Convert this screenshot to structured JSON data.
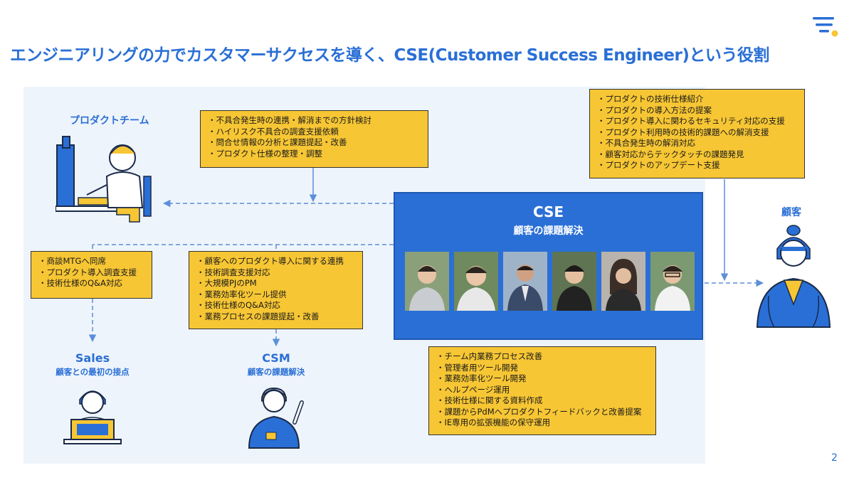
{
  "title": "エンジニアリングの力でカスタマーサクセスを導く、CSE(Customer Success Engineer)という役割",
  "product_team": {
    "label": "プロダクトチーム"
  },
  "customer": {
    "label": "顧客"
  },
  "sales": {
    "label": "Sales",
    "sub": "顧客との最初の接点"
  },
  "csm": {
    "label": "CSM",
    "sub": "顧客の課題解決"
  },
  "cse": {
    "title": "CSE",
    "subtitle": "顧客の課題解決"
  },
  "box_product": {
    "items": [
      "・不具合発生時の連携・解消までの方針検討",
      "・ハイリスク不具合の調査支援依頼",
      "・問合せ情報の分析と課題提起・改善",
      "・プロダクト仕様の整理・調整"
    ]
  },
  "box_customer": {
    "items": [
      "・プロダクトの技術仕様紹介",
      "・プロダクトの導入方法の提案",
      "・プロダクト導入に関わるセキュリティ対応の支援",
      "・プロダクト利用時の技術的課題への解消支援",
      "・不具合発生時の解消対応",
      "・顧客対応からテックタッチの課題発見",
      "・プロダクトのアップデート支援"
    ]
  },
  "box_sales": {
    "items": [
      "・商談MTGへ同席",
      "・プロダクト導入調査支援",
      "・技術仕様のQ&A対応"
    ]
  },
  "box_csm": {
    "items": [
      "・顧客へのプロダクト導入に関する連携",
      "・技術調査支援対応",
      "・大規模PJのPM",
      "・業務効率化ツール提供",
      "・技術仕様のQ&A対応",
      "・業務プロセスの課題提起・改善"
    ]
  },
  "box_internal": {
    "items": [
      "・チーム内業務プロセス改善",
      "・管理者用ツール開発",
      "・業務効率化ツール開発",
      "・ヘルプページ運用",
      "・技術仕様に関する資料作成",
      "・課題からPdMへプロダクトフィードバックと改善提案",
      "・IE専用の拡張機能の保守運用"
    ]
  },
  "page_number": "2",
  "colors": {
    "accent": "#2a6fd6",
    "box": "#f7c634",
    "panel": "#eef4fb"
  }
}
